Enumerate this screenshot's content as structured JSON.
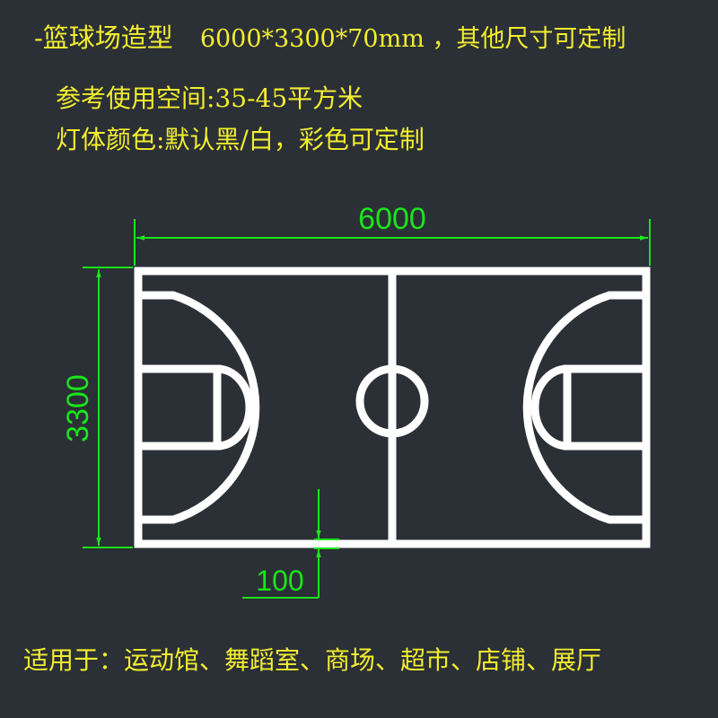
{
  "header": {
    "title": "-篮球场造型",
    "spec": "6000*3300*70mm ，其他尺寸可定制",
    "space": "参考使用空间:35-45平方米",
    "light_color": "灯体颜色:默认黑/白，彩色可定制"
  },
  "dimensions": {
    "width_label": "6000",
    "height_label": "3300",
    "line_label": "100"
  },
  "footer": {
    "usage": "适用于：运动馆、舞蹈室、商场、超市、店铺、展厅"
  },
  "colors": {
    "background": "#2b2f36",
    "text": "#f2ee2e",
    "dimension": "#19e619",
    "court_line": "#ffffff"
  }
}
